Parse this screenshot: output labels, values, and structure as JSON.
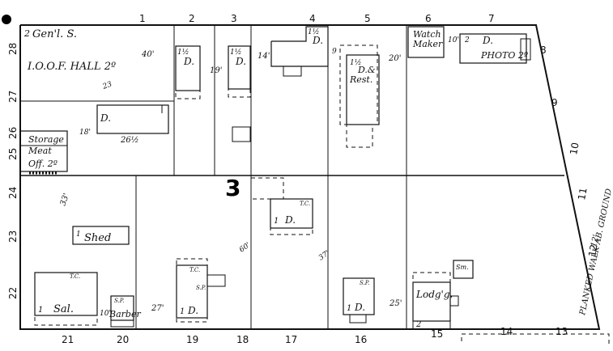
{
  "block_number": "3",
  "top_lot_numbers": [
    "1",
    "2",
    "3",
    "4",
    "5",
    "6",
    "7"
  ],
  "bottom_lot_numbers": [
    "21",
    "20",
    "19",
    "18",
    "17",
    "16",
    "15",
    "14",
    "13"
  ],
  "left_lot_numbers": [
    "28",
    "27",
    "26",
    "25",
    "24",
    "23",
    "22"
  ],
  "right_lot_numbers": [
    "8",
    "9",
    "10",
    "11",
    "12"
  ],
  "buildings": {
    "hall_story": "2",
    "hall_label": "Gen'l. S.",
    "hall_lodge": "I.O.O.F. HALL 2º",
    "storage": "Storage",
    "meat": "Meat",
    "office": "Off. 2º",
    "shed": "Shed",
    "saloon": "Sal.",
    "barber": "Barber",
    "dwelling": "D.",
    "dwelling_rest": "D.&",
    "restaurant": "Rest.",
    "watch_maker_1": "Watch",
    "watch_maker_2": "Maker",
    "photo": "PHOTO 2º",
    "lodging": "Lodg'g.",
    "sm": "Sm.",
    "tc": "T.C.",
    "sp": "S.P.",
    "one": "1",
    "one_half": "1½",
    "two": "2"
  },
  "dimensions": {
    "d40": "40'",
    "d23": "23",
    "d19": "19'",
    "d14": "14'",
    "d9": "9",
    "d20": "20'",
    "d10": "10'",
    "d18": "18'",
    "d26": "26½",
    "d33": "33'",
    "d60": "60'",
    "d37": "37'",
    "d27": "27'",
    "d25": "25'",
    "d10b": "10'"
  },
  "street_annotation": "PLANKED WALK AB. GROUND",
  "street_sub": "12'"
}
